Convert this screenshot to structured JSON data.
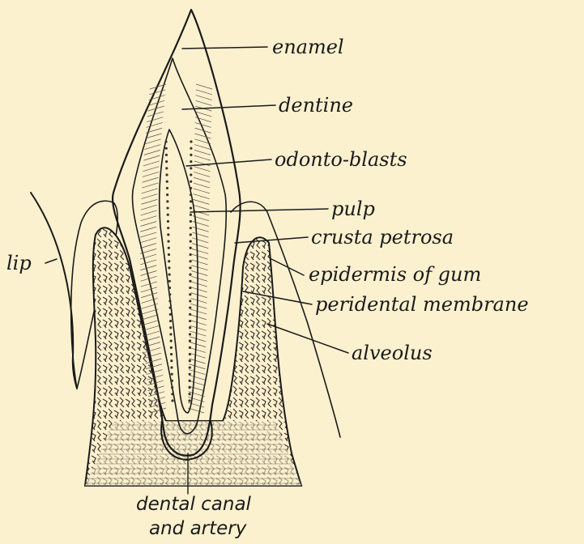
{
  "labels": {
    "enamel": "enamel",
    "dentine": "dentine",
    "odontoblasts": "odonto-blasts",
    "pulp": "pulp",
    "crusta_petrosa": "crusta petrosa",
    "epidermis_of_gum": "epidermis of gum",
    "peridental_membrane": "peridental membrane",
    "alveolus": "alveolus",
    "lip": "lip",
    "dental_canal_line1": "dental canal",
    "dental_canal_line2": "and artery"
  },
  "colors": {
    "paper": "#fbf1cf",
    "ink": "#1a1a1a",
    "bone_fill": "#5a5046"
  }
}
